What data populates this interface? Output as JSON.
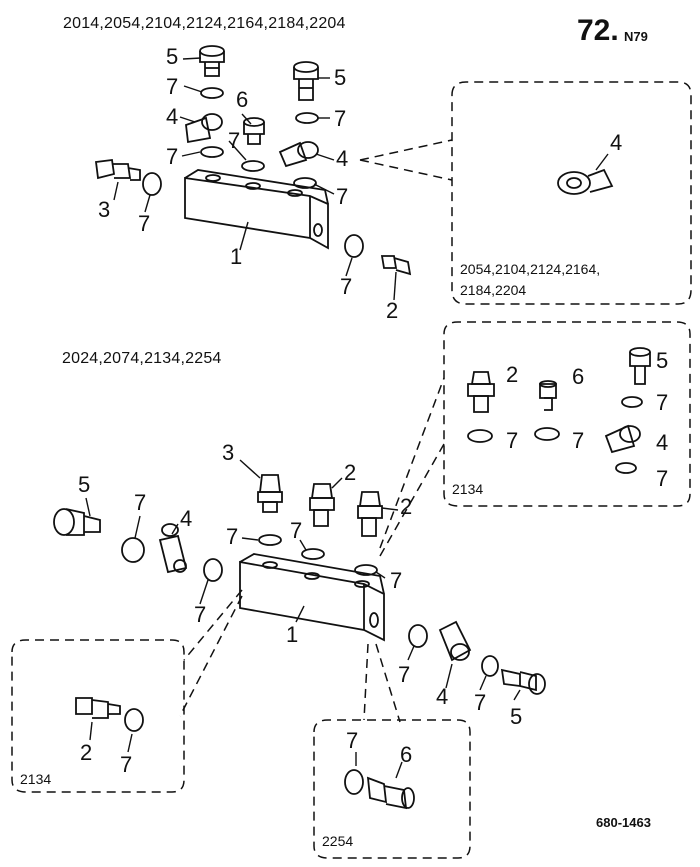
{
  "page": {
    "number": "72.",
    "suffix": "N79",
    "reference": "680-1463"
  },
  "top_assembly": {
    "models": "2014,2054,2104,2124,2164,2184,2204",
    "callouts": [
      "5",
      "7",
      "4",
      "7",
      "6",
      "7",
      "5",
      "7",
      "4",
      "7",
      "7",
      "3",
      "7",
      "1",
      "7",
      "2"
    ],
    "inset": {
      "callout": "4",
      "models_line1": "2054,2104,2124,2164,",
      "models_line2": "2184,2204"
    }
  },
  "bottom_assembly": {
    "models": "2024,2074,2134,2254",
    "callouts": [
      "3",
      "2",
      "2",
      "5",
      "7",
      "4",
      "7",
      "7",
      "7",
      "7",
      "1",
      "7",
      "4",
      "7",
      "5"
    ],
    "inset_right": {
      "callouts": [
        "2",
        "6",
        "5",
        "7",
        "7",
        "7",
        "4",
        "7"
      ],
      "model": "2134"
    },
    "inset_left": {
      "callouts": [
        "2",
        "7"
      ],
      "model": "2134"
    },
    "inset_bottom": {
      "callouts": [
        "7",
        "6"
      ],
      "model": "2254"
    }
  }
}
